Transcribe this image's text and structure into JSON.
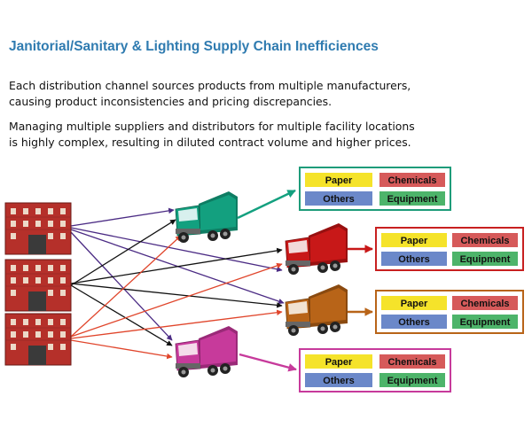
{
  "title": "Janitorial/Sanitary & Lighting Supply Chain Inefficiences",
  "paragraph1": {
    "line1": "Each distribution channel sources products from multiple manufacturers,",
    "line2": "causing product inconsistencies and pricing discrepancies."
  },
  "paragraph2": {
    "line1": "Managing multiple suppliers and distributors for multiple facility locations",
    "line2": "is highly complex, resulting in diluted contract volume and higher prices."
  },
  "categories": {
    "paper": "Paper",
    "chemicals": "Chemicals",
    "others": "Others",
    "equipment": "Equipment"
  },
  "colors": {
    "title": "#2f7bb0",
    "paper": "#f5e32a",
    "chemicals": "#d65a5a",
    "others": "#6b88c9",
    "equipment": "#4db46a",
    "brick": "#b5302a",
    "truck_green": "#13a07f",
    "truck_red": "#c81818",
    "truck_brown": "#b86418",
    "truck_magenta": "#c73a9b",
    "arrow_purple": "#4b2b84",
    "arrow_black": "#111111",
    "arrow_red": "#e0452b"
  },
  "icons": [
    "factory-icon",
    "truck-icon",
    "arrow-icon"
  ]
}
